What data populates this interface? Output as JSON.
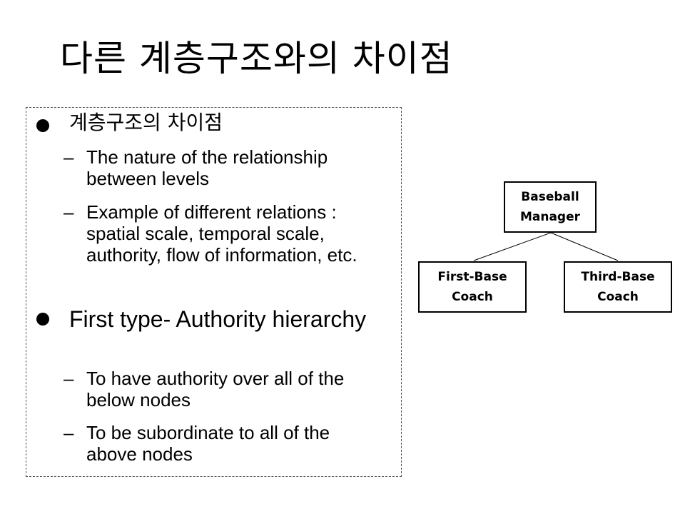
{
  "slide": {
    "title": "다른 계층구조와의 차이점"
  },
  "content": {
    "bullet_1": {
      "text": "계층구조의 차이점",
      "subs": [
        "The nature of the relationship between levels",
        "Example of different relations : spatial scale, temporal scale, authority, flow of information, etc."
      ]
    },
    "bullet_2": {
      "text": "First type- Authority hierarchy",
      "subs": [
        "To have authority over all of the below nodes",
        "To be subordinate to all of the above nodes"
      ]
    },
    "dash_glyph": "–"
  },
  "org_chart": {
    "root": "Baseball\nManager",
    "left_child": "First-Base\nCoach",
    "right_child": "Third-Base\nCoach"
  }
}
